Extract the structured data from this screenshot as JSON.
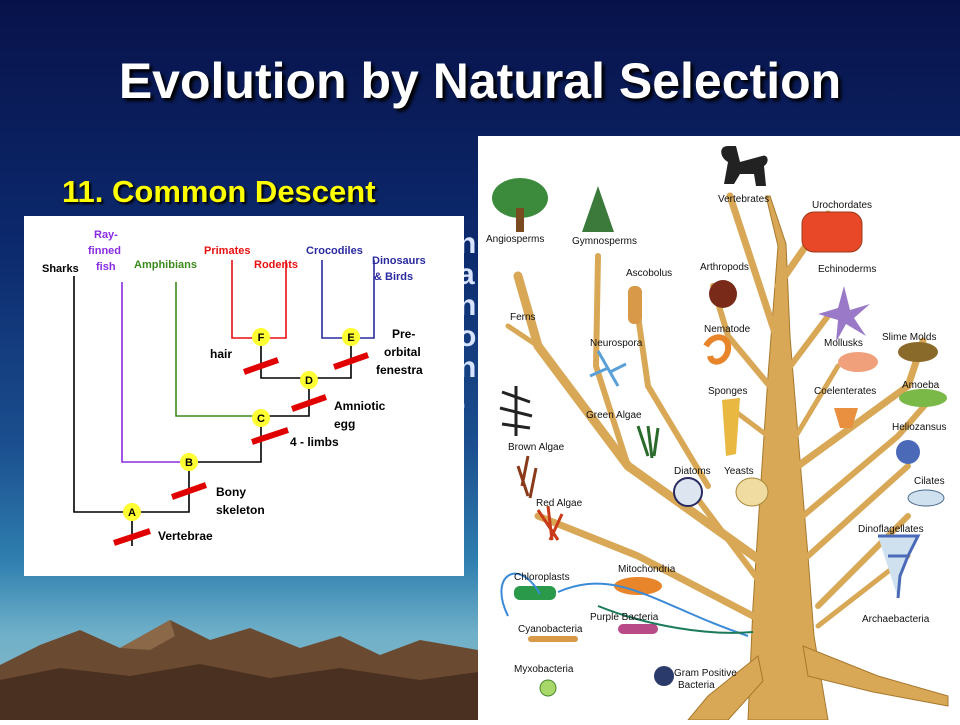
{
  "slide": {
    "title": "Evolution by Natural Selection",
    "subtitle": "11.  Common Descent",
    "partial_text_lines": [
      "n",
      "a",
      "n",
      "o",
      "n",
      "."
    ]
  },
  "cladogram": {
    "taxa": {
      "sharks": "Sharks",
      "ray_line1": "Ray-",
      "ray_line2": "finned",
      "ray_line3": "fish",
      "amphibians": "Amphibians",
      "primates": "Primates",
      "rodents": "Rodents",
      "crocodiles": "Crocodiles",
      "dino_line1": "Dinosaurs",
      "dino_line2": "& Birds"
    },
    "nodes": {
      "a": "A",
      "b": "B",
      "c": "C",
      "d": "D",
      "e": "E",
      "f": "F"
    },
    "traits": {
      "hair": "hair",
      "pre1": "Pre-",
      "pre2": "orbital",
      "pre3": "fenestra",
      "amniotic1": "Amniotic",
      "amniotic2": "egg",
      "limbs": "4 - limbs",
      "bony1": "Bony",
      "bony2": "skeleton",
      "vertebrae": "Vertebrae"
    },
    "colors": {
      "sharks": "#000000",
      "ray_finned": "#8a2be2",
      "amphibians": "#3b8a1e",
      "primates": "#e81010",
      "crocodiles": "#2a2aa0",
      "node": "#ffff33",
      "trait_bar": "#e00000"
    }
  },
  "tree_of_life": {
    "labels": {
      "vertebrates": "Vertebrates",
      "urochordates": "Urochordates",
      "angiosperms": "Angiosperms",
      "gymnosperms": "Gymnosperms",
      "ascobolus": "Ascobolus",
      "arthropods": "Arthropods",
      "echinoderms": "Echinoderms",
      "ferns": "Ferns",
      "neurospora": "Neurospora",
      "nematode": "Nematode",
      "mollusks": "Mollusks",
      "slime_molds": "Slime Molds",
      "sponges": "Sponges",
      "coelenterates": "Coelenterates",
      "amoeba": "Amoeba",
      "green_algae": "Green Algae",
      "brown_algae": "Brown Algae",
      "diatoms": "Diatoms",
      "yeasts": "Yeasts",
      "heliozansus": "Heliozansus",
      "cilates": "Cilates",
      "red_algae": "Red Algae",
      "dinoflagellates": "Dinoflagellates",
      "chloroplasts": "Chloroplasts",
      "mitochondria": "Mitochondria",
      "cyanobacteria": "Cyanobacteria",
      "purple_bacteria": "Purple Bacteria",
      "archaebacteria": "Archaebacteria",
      "myxobacteria": "Myxobacteria",
      "gram1": "Gram Positive",
      "gram2": "Bacteria"
    },
    "colors": {
      "branch": "#d8a857",
      "branch_edge": "#a8782c"
    }
  }
}
